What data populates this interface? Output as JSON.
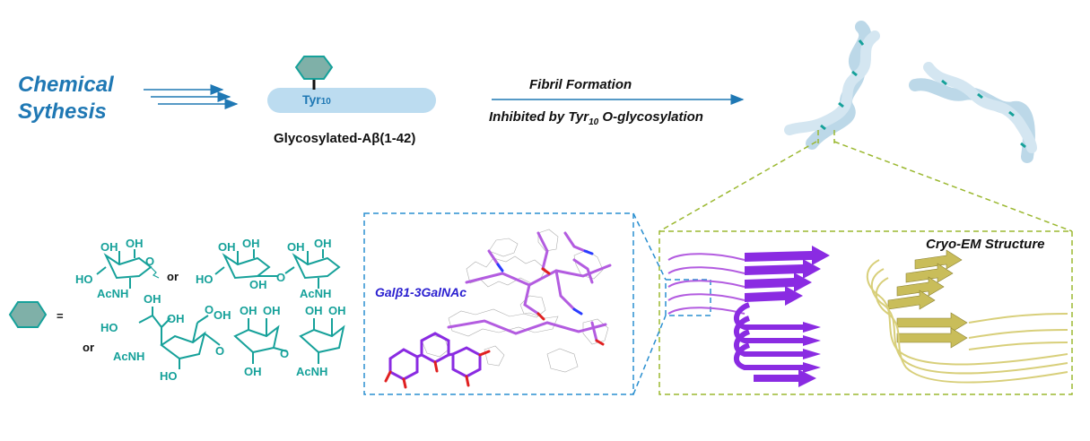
{
  "top": {
    "chemical_synthesis_line1": "Chemical",
    "chemical_synthesis_line2": "Sythesis",
    "tyr_label": "Tyr",
    "tyr_subscript": "10",
    "peptide_label": "Glycosylated-Aβ(1-42)",
    "arrow_top_label": "Fibril Formation",
    "arrow_bottom_label_pre": "Inhibited by Tyr",
    "arrow_bottom_label_sub": "10",
    "arrow_bottom_label_post": " O-glycosylation"
  },
  "bottom": {
    "equals_sign": "=",
    "or_1": "or",
    "or_2": "or",
    "glycan_density_label": "Galβ1-3GalNAc",
    "cryo_label": "Cryo-EM Structure"
  },
  "structures": {
    "oh": "OH",
    "ho": "HO",
    "o": "O",
    "acnh": "AcNH",
    "acnh_left": "AcNH",
    "cooh": "O",
    "oh2": "OH"
  },
  "colors": {
    "blue_text": "#1f78b4",
    "teal": "#16a19a",
    "hexagon_fill": "#7fb0a8",
    "bar_fill": "#bcdcf0",
    "purple": "#8a2be2",
    "gold": "#c9bd5a",
    "dash_blue": "#2a8fd0",
    "dash_green": "#9bb830"
  }
}
